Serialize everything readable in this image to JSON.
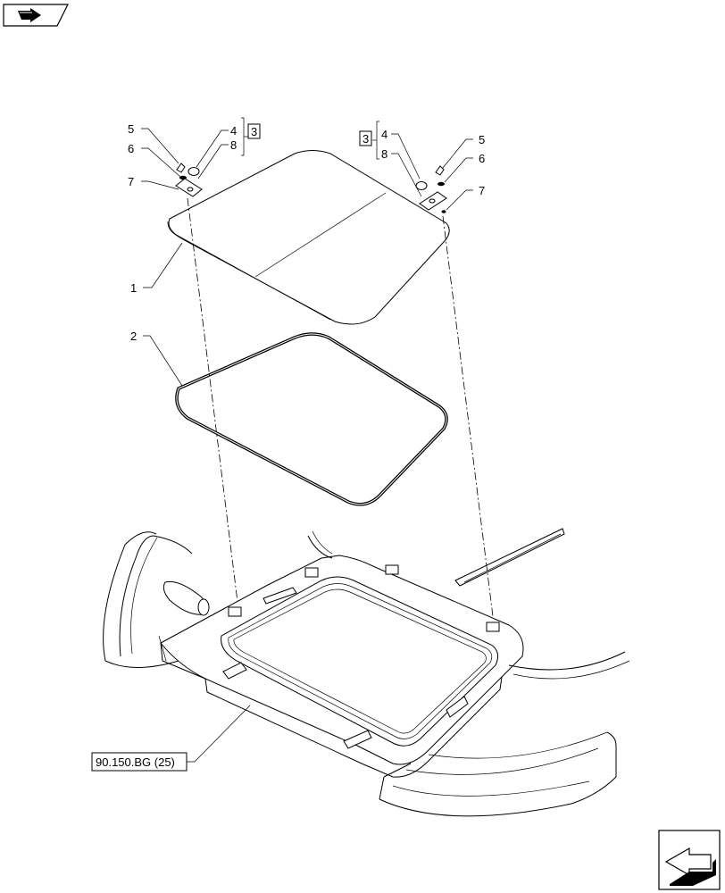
{
  "callouts": {
    "lid": "1",
    "seal": "2",
    "bracket_left": "3",
    "bracket_right": "3",
    "cap_left": "4",
    "cap_right": "4",
    "screw_left": "5",
    "screw_right": "5",
    "washer_left": "6",
    "washer_right": "6",
    "plate_left": "7",
    "plate_right": "7",
    "pad_left": "8",
    "pad_right": "8"
  },
  "reference": "90.150.BG (25)",
  "icons": {
    "top_left": "next-page-arrow-icon",
    "bottom_right": "previous-page-arrow-icon"
  }
}
